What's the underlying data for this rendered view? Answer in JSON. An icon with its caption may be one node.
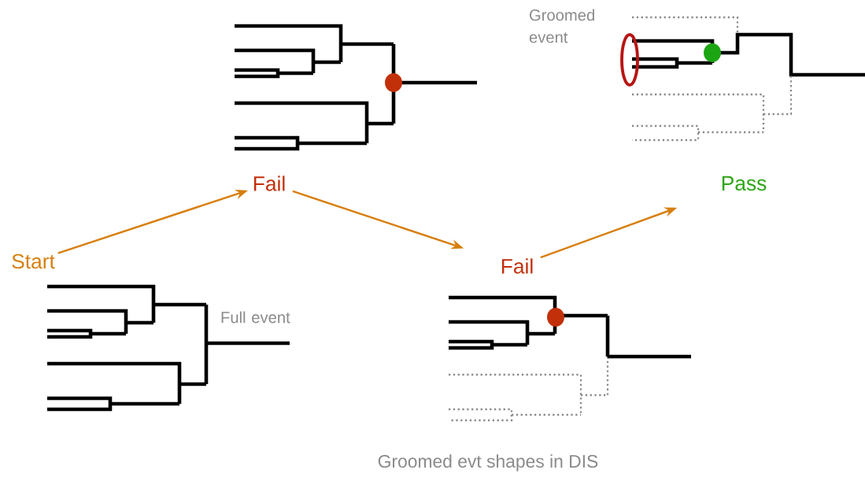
{
  "diagram": {
    "caption": "Groomed evt shapes in DIS",
    "nodes": [
      {
        "text": [
          "Start"
        ]
      },
      {
        "text": [
          "Fail"
        ]
      },
      {
        "text": [
          "Fail"
        ]
      },
      {
        "text": [
          "Pass"
        ]
      }
    ],
    "edges": [
      {
        "from": 0,
        "to": 1,
        "arrow": "to"
      },
      {
        "from": 1,
        "to": 2,
        "arrow": "to"
      },
      {
        "from": 2,
        "to": 3,
        "arrow": "to"
      }
    ],
    "labels": [
      "Full event",
      "Groomed event"
    ]
  }
}
